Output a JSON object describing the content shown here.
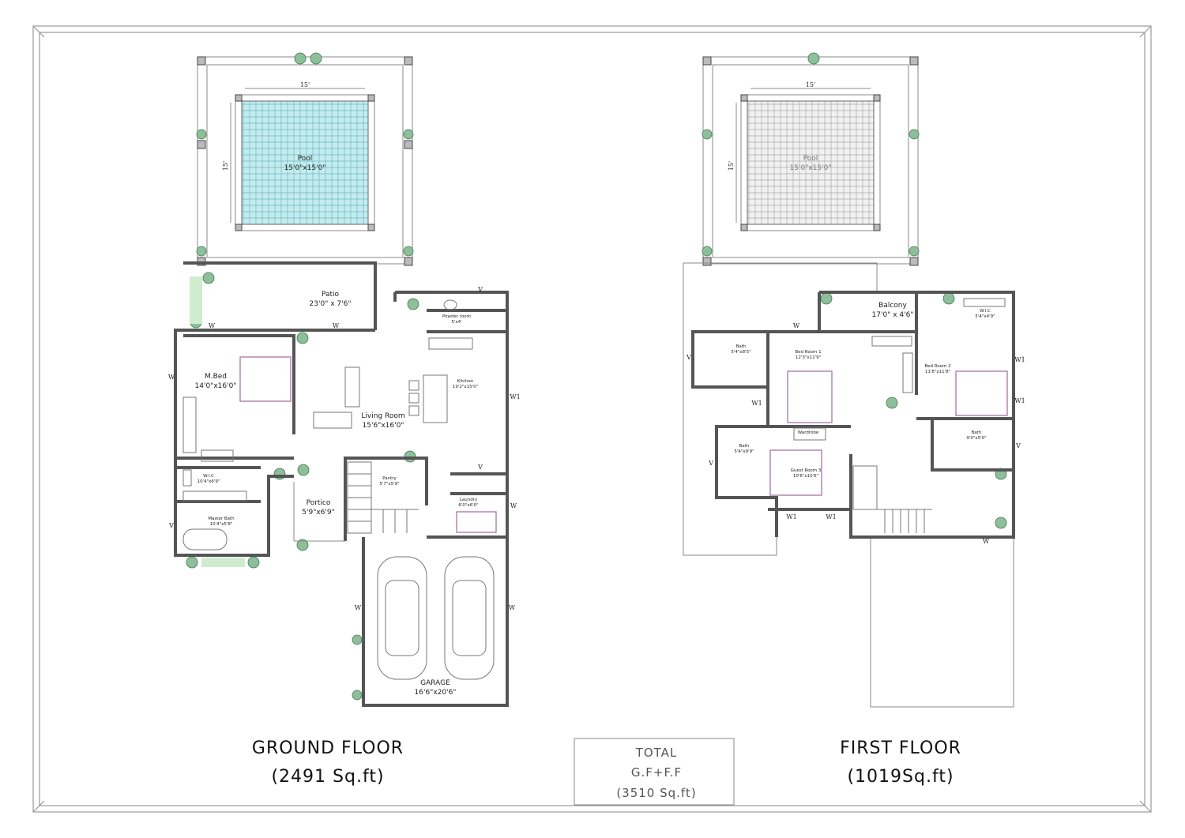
{
  "ground_floor": {
    "title": "GROUND FLOOR",
    "area": "(2491 Sq.ft)",
    "pool_dim_top": "15'",
    "pool_dim_side": "15'",
    "rooms": {
      "pool": {
        "name": "Pool",
        "dim": "15'0\"x15'0\""
      },
      "patio": {
        "name": "Patio",
        "dim": "23'0\" x 7'6\""
      },
      "mbed": {
        "name": "M.Bed",
        "dim": "14'0\"x16'0\""
      },
      "living": {
        "name": "Living Room",
        "dim": "15'6\"x16'0\""
      },
      "kitchen": {
        "name": "Kitchen",
        "dim": "19'2\"x15'0\""
      },
      "powder": {
        "name": "Powder room",
        "dim": "5'x4'"
      },
      "wic": {
        "name": "W.I.C",
        "dim": "10'4\"x6'9\""
      },
      "mbath": {
        "name": "Master Bath",
        "dim": "10'4\"x5'8\""
      },
      "portico": {
        "name": "Portico",
        "dim": "5'9\"x6'9\""
      },
      "pantry": {
        "name": "Pantry",
        "dim": "5'7\"x5'9\""
      },
      "laundry": {
        "name": "Laundry",
        "dim": "6'0\"x6'0\""
      },
      "garage": {
        "name": "GARAGE",
        "dim": "16'6\"x20'6\""
      }
    },
    "windows": {
      "w": "W",
      "v": "V",
      "w1": "W1"
    }
  },
  "first_floor": {
    "title": "FIRST FLOOR",
    "area": "(1019Sq.ft)",
    "pool_dim_top": "15'",
    "pool_dim_side": "15'",
    "rooms": {
      "pool": {
        "name": "Pool",
        "dim": "15'0\"x15'0\""
      },
      "balcony": {
        "name": "Balcony",
        "dim": "17'0\" x 4'6\""
      },
      "wic": {
        "name": "W.I.C",
        "dim": "5'4\"x4'9\""
      },
      "bath1": {
        "name": "Bath",
        "dim": "5'4\"x8'5\""
      },
      "bed1": {
        "name": "Bed Room 1",
        "dim": "12'3\"x11'9\""
      },
      "bed2": {
        "name": "Bed Room 2",
        "dim": "11'6\"x11'8\""
      },
      "bath2": {
        "name": "Bath",
        "dim": "9'0\"x5'0\""
      },
      "bath3": {
        "name": "Bath",
        "dim": "5'4\"x9'9\""
      },
      "guest": {
        "name": "Guest Room 3",
        "dim": "10'6\"x10'6\""
      },
      "wardrobe": {
        "name": "Wardrobe"
      }
    }
  },
  "total": {
    "label": "TOTAL",
    "sub": "G.F+F.F",
    "area": "(3510 Sq.ft)"
  },
  "colors": {
    "pool_gf": "#bfe8ec",
    "pool_ff": "#e6e6e6",
    "plant": "#3d7a52",
    "bed": "#a06aa0"
  }
}
